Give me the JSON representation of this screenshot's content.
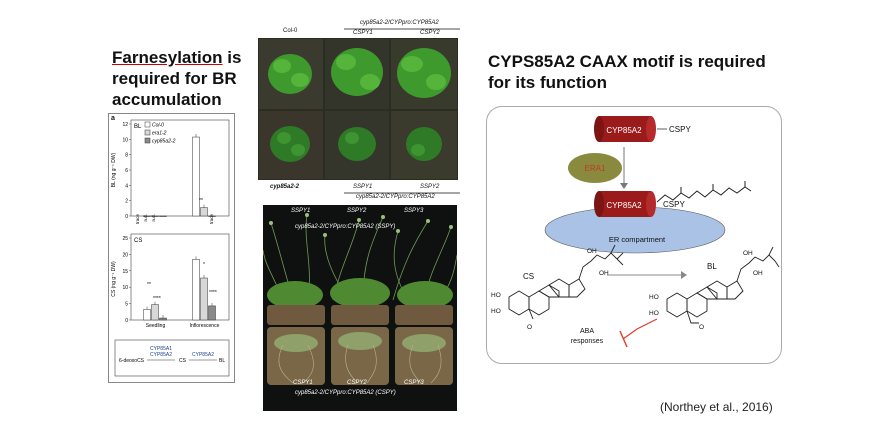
{
  "slide": {
    "title_left_line1": "Farnesylation",
    "title_left_line1_rest": " is",
    "title_left_line2": "required for BR",
    "title_left_line3": "accumulation",
    "title_right_line1": "CYPS85A2 CAAX motif is required",
    "title_right_line2": "for its function",
    "citation": "(Northey et al., 2016)"
  },
  "figure_a": {
    "panel_tag": "a",
    "legend": [
      "Col-0",
      "era1-2",
      "cyp85a2-2"
    ],
    "pathway": {
      "step1": "6-deoxoCS",
      "enzymes1": [
        "CYP85A1",
        "CYP85A2"
      ],
      "mid": "CS",
      "enzyme2": "CYP85A2",
      "end": "BL"
    },
    "trace_labels": [
      "trace",
      "n.d.",
      "n.d.",
      "trace"
    ]
  },
  "chart_data": [
    {
      "type": "bar",
      "title": "BL",
      "ylabel": "BL (ng g⁻¹ DW)",
      "ylim": [
        0,
        12
      ],
      "yticks": [
        "0",
        "2",
        "4",
        "6",
        "8",
        "10",
        "12"
      ],
      "categories": [
        "Seedling",
        "Inflorescence"
      ],
      "series": [
        {
          "name": "Col-0",
          "values": [
            0,
            10.3
          ]
        },
        {
          "name": "era1-2",
          "values": [
            0,
            1.1
          ]
        },
        {
          "name": "cyp85a2-2",
          "values": [
            0,
            0
          ]
        }
      ],
      "annotations": [
        "**"
      ]
    },
    {
      "type": "bar",
      "title": "CS",
      "ylabel": "CS (ng g⁻¹ DW)",
      "ylim": [
        0,
        25
      ],
      "yticks": [
        "0",
        "5",
        "10",
        "15",
        "20",
        "25"
      ],
      "categories": [
        "Seedling",
        "Inflorescence"
      ],
      "series": [
        {
          "name": "Col-0",
          "values": [
            3.2,
            18.5
          ]
        },
        {
          "name": "era1-2",
          "values": [
            4.7,
            12.8
          ]
        },
        {
          "name": "cyp85a2-2",
          "values": [
            0.6,
            4.3
          ]
        }
      ],
      "annotations": [
        "**",
        "****",
        "*",
        "****"
      ]
    }
  ],
  "photos": {
    "top_labels": {
      "col0": "Col-0",
      "group": "cyp85a2-2/CYPpro:CYP85A2",
      "cspy1": "CSPY1",
      "cspy2": "CSPY2"
    },
    "mid_labels": {
      "cyp": "cyp85a2-2",
      "sspy1": "SSPY1",
      "sspy2": "SSPY2",
      "group": "cyp85a2-2/CYPpro:CYP85A2"
    },
    "dark_top": {
      "s1": "SSPY1",
      "s2": "SSPY2",
      "s3": "SSPY3",
      "group": "cyp85a2-2/CYPpro:CYP85A2 (SSPY)"
    },
    "dark_bottom": {
      "c1": "CSPY1",
      "c2": "CSPY2",
      "c3": "CSPY3",
      "group": "cyp85a2-2/CYPpro:CYP85A2 (CSPY)"
    }
  },
  "diagram": {
    "enzyme": "CYP85A2",
    "cspy": "CSPY",
    "era1": "ERA1",
    "er": "ER compartment",
    "cs": "CS",
    "bl": "BL",
    "aba": "ABA\nresponses",
    "colors": {
      "cylinder": "#9b1b1b",
      "era1": "#8a8a3e",
      "er": "#a9c2e6",
      "inhibit": "#e03b2c"
    }
  }
}
